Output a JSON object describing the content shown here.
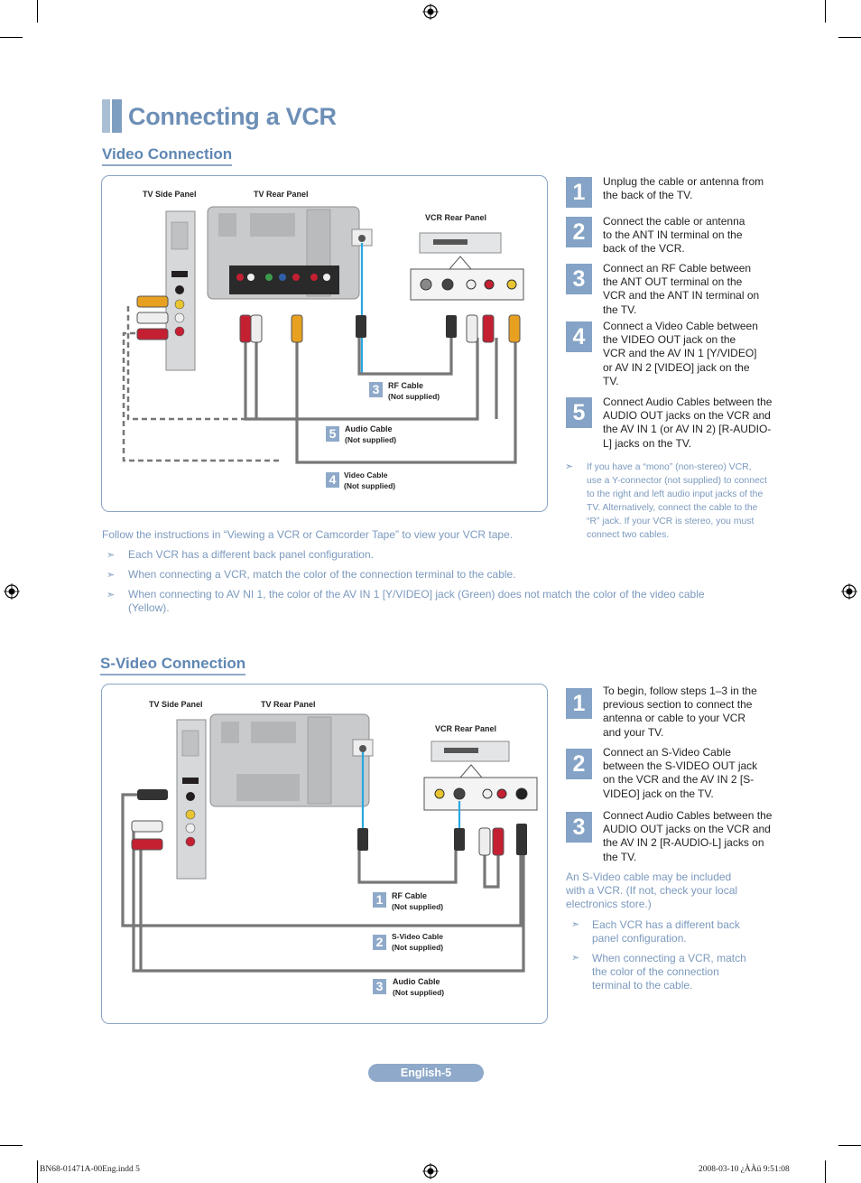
{
  "page": {
    "title": "Connecting a VCR",
    "footer": "English-5"
  },
  "slug": {
    "left": "BN68-01471A-00Eng.indd   5",
    "right": "2008-03-10   ¿ÀÀü 9:51:08"
  },
  "video": {
    "heading": "Video Connection",
    "labels": {
      "tv_side": "TV Side Panel",
      "tv_rear": "TV Rear Panel",
      "vcr_rear": "VCR Rear Panel"
    },
    "cables": [
      {
        "num": "3",
        "name": "RF Cable",
        "note": "(Not supplied)"
      },
      {
        "num": "5",
        "name": "Audio Cable",
        "note": "(Not supplied)"
      },
      {
        "num": "4",
        "name": "Video Cable",
        "note": "(Not supplied)"
      }
    ],
    "steps": [
      {
        "num": "1",
        "text": "Unplug the cable or antenna from the back of the TV."
      },
      {
        "num": "2",
        "text": "Connect the cable or antenna to the ANT IN terminal on the back of the VCR."
      },
      {
        "num": "3",
        "text": "Connect an RF Cable between the ANT OUT terminal on the VCR and the ANT IN terminal on the TV."
      },
      {
        "num": "4",
        "text": "Connect a Video Cable between the VIDEO OUT jack on the VCR and the AV IN 1 [Y/VIDEO] or AV IN 2 [VIDEO] jack on the TV."
      },
      {
        "num": "5",
        "text": "Connect Audio Cables between the AUDIO OUT jacks on the VCR and the AV IN 1 (or AV IN 2) [R-AUDIO-L] jacks on the TV."
      }
    ],
    "side_note": "If you have a “mono” (non-stereo) VCR, use a Y-connector (not supplied) to connect to the right and left audio input jacks of the TV. Alternatively, connect the cable to the “R” jack. If your VCR is stereo, you must connect two cables.",
    "instruction": "Follow the instructions in “Viewing a VCR or Camcorder Tape” to view your VCR tape.",
    "bullets": [
      "Each VCR has a different back panel configuration.",
      "When connecting a VCR, match the color of the connection terminal to the cable.",
      "When connecting to AV NI 1, the color of the AV IN 1 [Y/VIDEO] jack (Green) does not match the color of the video cable (Yellow)."
    ]
  },
  "svideo": {
    "heading": "S-Video Connection",
    "labels": {
      "tv_side": "TV Side Panel",
      "tv_rear": "TV Rear Panel",
      "vcr_rear": "VCR Rear Panel"
    },
    "cables": [
      {
        "num": "1",
        "name": "RF Cable",
        "note": "(Not supplied)"
      },
      {
        "num": "2",
        "name": "S-Video Cable",
        "note": "(Not supplied)"
      },
      {
        "num": "3",
        "name": "Audio Cable",
        "note": "(Not supplied)"
      }
    ],
    "steps": [
      {
        "num": "1",
        "text": "To begin, follow steps 1–3 in the previous section to connect the antenna or cable to your VCR and your TV."
      },
      {
        "num": "2",
        "text": "Connect an S-Video Cable between the S-VIDEO OUT jack on the VCR and the AV IN 2 [S-VIDEO] jack on the TV."
      },
      {
        "num": "3",
        "text": "Connect Audio Cables between the AUDIO OUT jacks on the VCR and the AV IN 2 [R-AUDIO-L] jacks on the TV."
      }
    ],
    "note": "An S-Video cable may be included with a VCR. (If not, check your local electronics store.)",
    "bullets": [
      "Each VCR has a different back panel configuration.",
      "When connecting a VCR, match the color of the connection terminal to the cable."
    ]
  },
  "colors": {
    "accent": "#84a3c6",
    "heading": "#5f86b3",
    "note": "#7b99be",
    "cable_blue": "#29a8e0"
  }
}
